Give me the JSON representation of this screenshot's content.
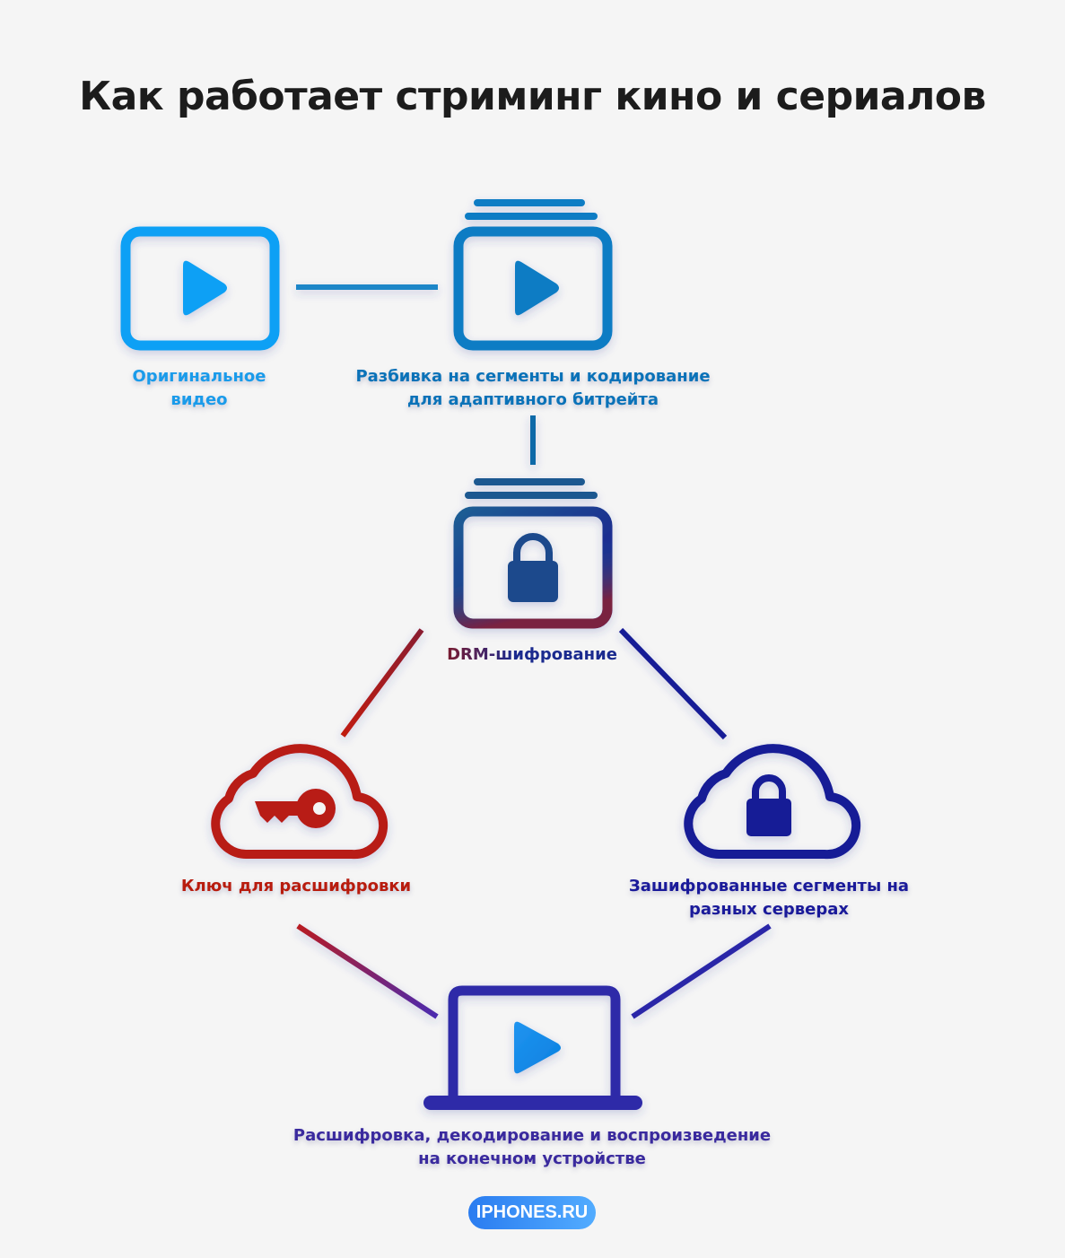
{
  "title": "Как работает стриминг кино и сериалов",
  "nodes": {
    "original": {
      "line1": "Оригинальное",
      "line2": "видео",
      "color": "#1a9bea"
    },
    "segmenting": {
      "line1": "Разбивка на сегменты и кодирование",
      "line2": "для адаптивного битрейта",
      "color": "#0a72b8"
    },
    "drm": {
      "label": "DRM-шифрование"
    },
    "key": {
      "label": "Ключ для расшифровки",
      "color": "#b81c0e"
    },
    "servers": {
      "line1": "Зашифрованные сегменты на",
      "line2": "разных серверах",
      "color": "#1a1a9a"
    },
    "device": {
      "line1": "Расшифровка, декодирование и воспроизведение",
      "line2": "на конечном устройстве",
      "color": "#3a2a9e"
    }
  },
  "badge": "IPHONES.RU",
  "icons": [
    "video-play-icon",
    "video-stack-play-icon",
    "video-stack-lock-icon",
    "cloud-key-icon",
    "cloud-lock-icon",
    "laptop-play-icon"
  ]
}
